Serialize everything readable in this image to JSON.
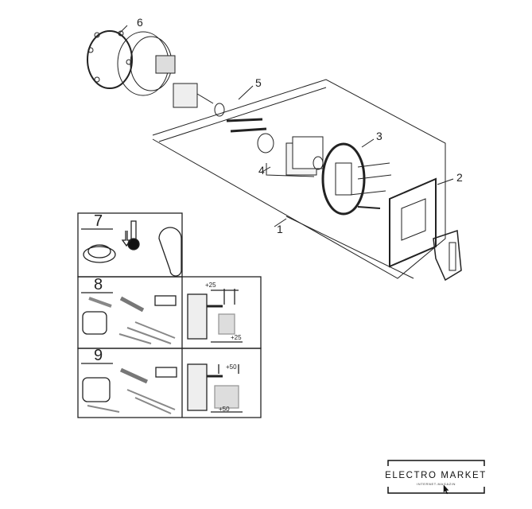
{
  "diagram": {
    "part_labels": [
      "1",
      "2",
      "3",
      "4",
      "5",
      "6"
    ],
    "panel_labels": [
      "7",
      "8",
      "9"
    ],
    "dimensions": {
      "panel8_top": "+25",
      "panel8_bottom": "+25",
      "panel9_top": "+50",
      "panel9_bottom": "+50"
    }
  },
  "logo": {
    "title": "ELECTRO MARKET",
    "subtitle": "INTERNET-MAGAZIN"
  },
  "colors": {
    "line": "#222222",
    "hatch": "#999999"
  }
}
